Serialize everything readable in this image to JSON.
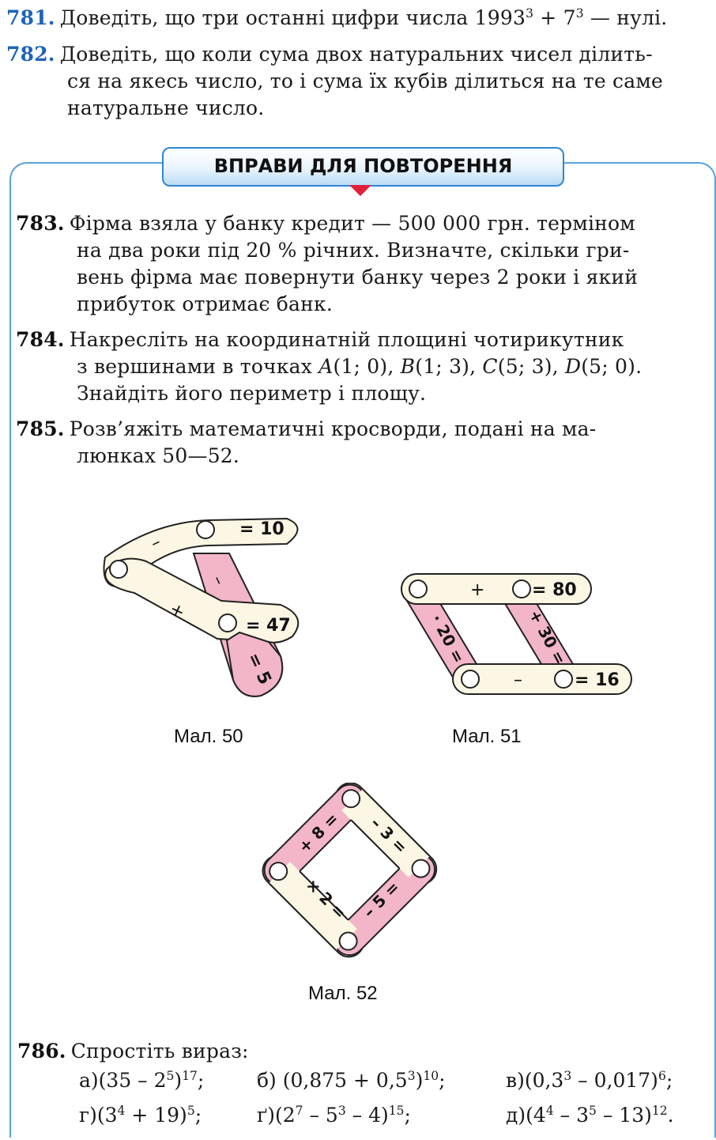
{
  "p781": {
    "num": "781.",
    "text": "Доведіть, що три останні цифри числа 1993",
    "sup1": "3",
    "mid": " + 7",
    "sup2": "3",
    "end": " — нулі."
  },
  "p782": {
    "num": "782.",
    "line1": "Доведіть, що коли сума двох натуральних чисел ділить-",
    "line2": "ся на якесь число, то і сума їх кубів ділиться на те саме",
    "line3": "натуральне число."
  },
  "banner": {
    "title": "ВПРАВИ ДЛЯ ПОВТОРЕННЯ"
  },
  "p783": {
    "num": "783.",
    "line1": "Фірма взяла у банку кредит — 500 000 грн. терміном",
    "line2": "на два роки під 20 % річних. Визначте, скільки гри-",
    "line3": "вень фірма має повернути банку через 2 роки і який",
    "line4": "прибуток отримає банк."
  },
  "p784": {
    "num": "784.",
    "line1": "Накресліть на координатній площині чотирикутник",
    "line2a": "з вершинами в точках ",
    "A": "A",
    "Av": "(1; 0), ",
    "B": "B",
    "Bv": "(1; 3), ",
    "C": "C",
    "Cv": "(5; 3), ",
    "D": "D",
    "Dv": "(5; 0).",
    "line3": "Знайдіть його периметр і площу."
  },
  "p785": {
    "num": "785.",
    "line1": "Розв’яжіть математичні кросворди, подані на ма-",
    "line2": "люнках 50—52."
  },
  "fig50": {
    "caption": "Мал. 50",
    "top_result": "= 10",
    "mid_result": "= 47",
    "minus_top": "–",
    "minus_pink": "–",
    "plus": "+",
    "pink_result": "= 5"
  },
  "fig51": {
    "caption": "Мал. 51",
    "plus": "+",
    "top_result": "= 80",
    "minus": "–",
    "bottom_result": "= 16",
    "left_label": "· 20 =",
    "right_label": "+ 30 ="
  },
  "fig52": {
    "caption": "Мал. 52",
    "tl": "+ 8 =",
    "tr": "– 3 =",
    "bl": "× 2 =",
    "br": "– 5 ="
  },
  "p786": {
    "num": "786.",
    "title": "Спростіть вираз:",
    "a": {
      "l": "а)",
      "b1": "(35 – 2",
      "s1": "5",
      "b2": ")",
      "s2": "17",
      "e": ";"
    },
    "b": {
      "l": "б)",
      "b1": "(0,875 + 0,5",
      "s1": "3",
      "b2": ")",
      "s2": "10",
      "e": ";"
    },
    "v": {
      "l": "в)",
      "b1": "(0,3",
      "s1": "3",
      "b2": " – 0,017)",
      "s2": "6",
      "e": ";"
    },
    "g": {
      "l": "г)",
      "b1": "(3",
      "s1": "4",
      "b2": " + 19)",
      "s2": "5",
      "e": ";"
    },
    "gg": {
      "l": "ґ)",
      "b1": "(2",
      "s1": "7",
      "b2": " – 5",
      "s2": "3",
      "b3": " – 4)",
      "s3": "15",
      "e": ";"
    },
    "d": {
      "l": "д)",
      "b1": "(4",
      "s1": "4",
      "b2": " – 3",
      "s2": "5",
      "b3": " – 13)",
      "s3": "12",
      "e": "."
    }
  },
  "colors": {
    "pink": "#f3b5c8",
    "cream": "#fbf7e4",
    "blue_border": "#5aa3dd",
    "red_arrow": "#e0203a"
  }
}
